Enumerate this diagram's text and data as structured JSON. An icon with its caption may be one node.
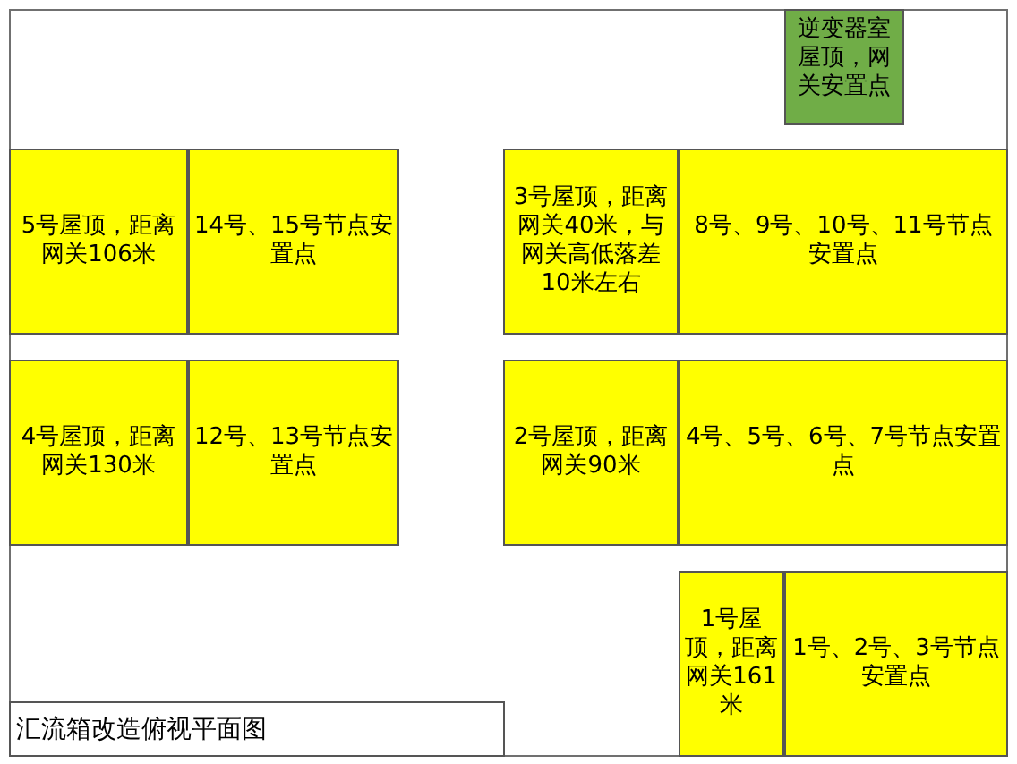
{
  "diagram": {
    "nodes": [
      {
        "text": [
          "逆变器室屋顶，网关安置点"
        ]
      },
      {
        "text": [
          "5号屋顶，距离网关106米"
        ]
      },
      {
        "text": [
          "14号、15号节点安置点"
        ]
      },
      {
        "text": [
          "3号屋顶，距离网关40米，与网关高低落差10米左右"
        ]
      },
      {
        "text": [
          "8号、9号、10号、11号节点安置点"
        ]
      },
      {
        "text": [
          "4号屋顶，距离网关130米"
        ]
      },
      {
        "text": [
          "12号、13号节点安置点"
        ]
      },
      {
        "text": [
          "2号屋顶，距离网关90米"
        ]
      },
      {
        "text": [
          "4号、5号、6号、7号节点安置点"
        ]
      },
      {
        "text": [
          "1号屋顶，距离网关161米"
        ]
      },
      {
        "text": [
          "1号、2号、3号节点安置点"
        ]
      },
      {
        "text": [
          "汇流箱改造俯视平面图"
        ]
      }
    ]
  }
}
